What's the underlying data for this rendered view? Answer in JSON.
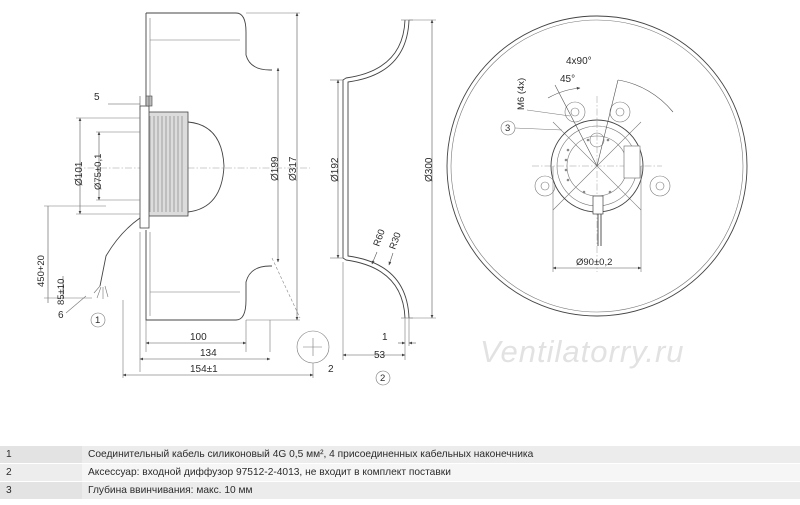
{
  "watermark": "Ventilatorry.ru",
  "view1": {
    "dims": {
      "d5": "5",
      "d101": "Ø101",
      "d75": "Ø75±0,1",
      "d199": "Ø199",
      "d317": "Ø317",
      "d450": "450+20",
      "d85": "85±10",
      "d6": "6",
      "d100": "100",
      "d134": "134",
      "d154": "154±1"
    },
    "marker": "1",
    "side_label": "2"
  },
  "view2": {
    "dims": {
      "d192": "Ø192",
      "d300": "Ø300",
      "r60": "R60",
      "r30": "R30",
      "d1": "1",
      "d53": "53"
    },
    "marker": "2"
  },
  "view3": {
    "dims": {
      "angle1": "4x90°",
      "angle2": "45°",
      "m6": "M6 (4x)",
      "d90": "Ø90±0,2"
    },
    "marker": "3"
  },
  "notes": [
    {
      "num": "1",
      "text": "Соединительный кабель силиконовый 4G 0,5 мм², 4 присоединенных кабельных наконечника"
    },
    {
      "num": "2",
      "text": "Аксессуар: входной диффузор 97512-2-4013, не входит в комплект поставки"
    },
    {
      "num": "3",
      "text": "Глубина ввинчивания: макс. 10 мм"
    }
  ]
}
